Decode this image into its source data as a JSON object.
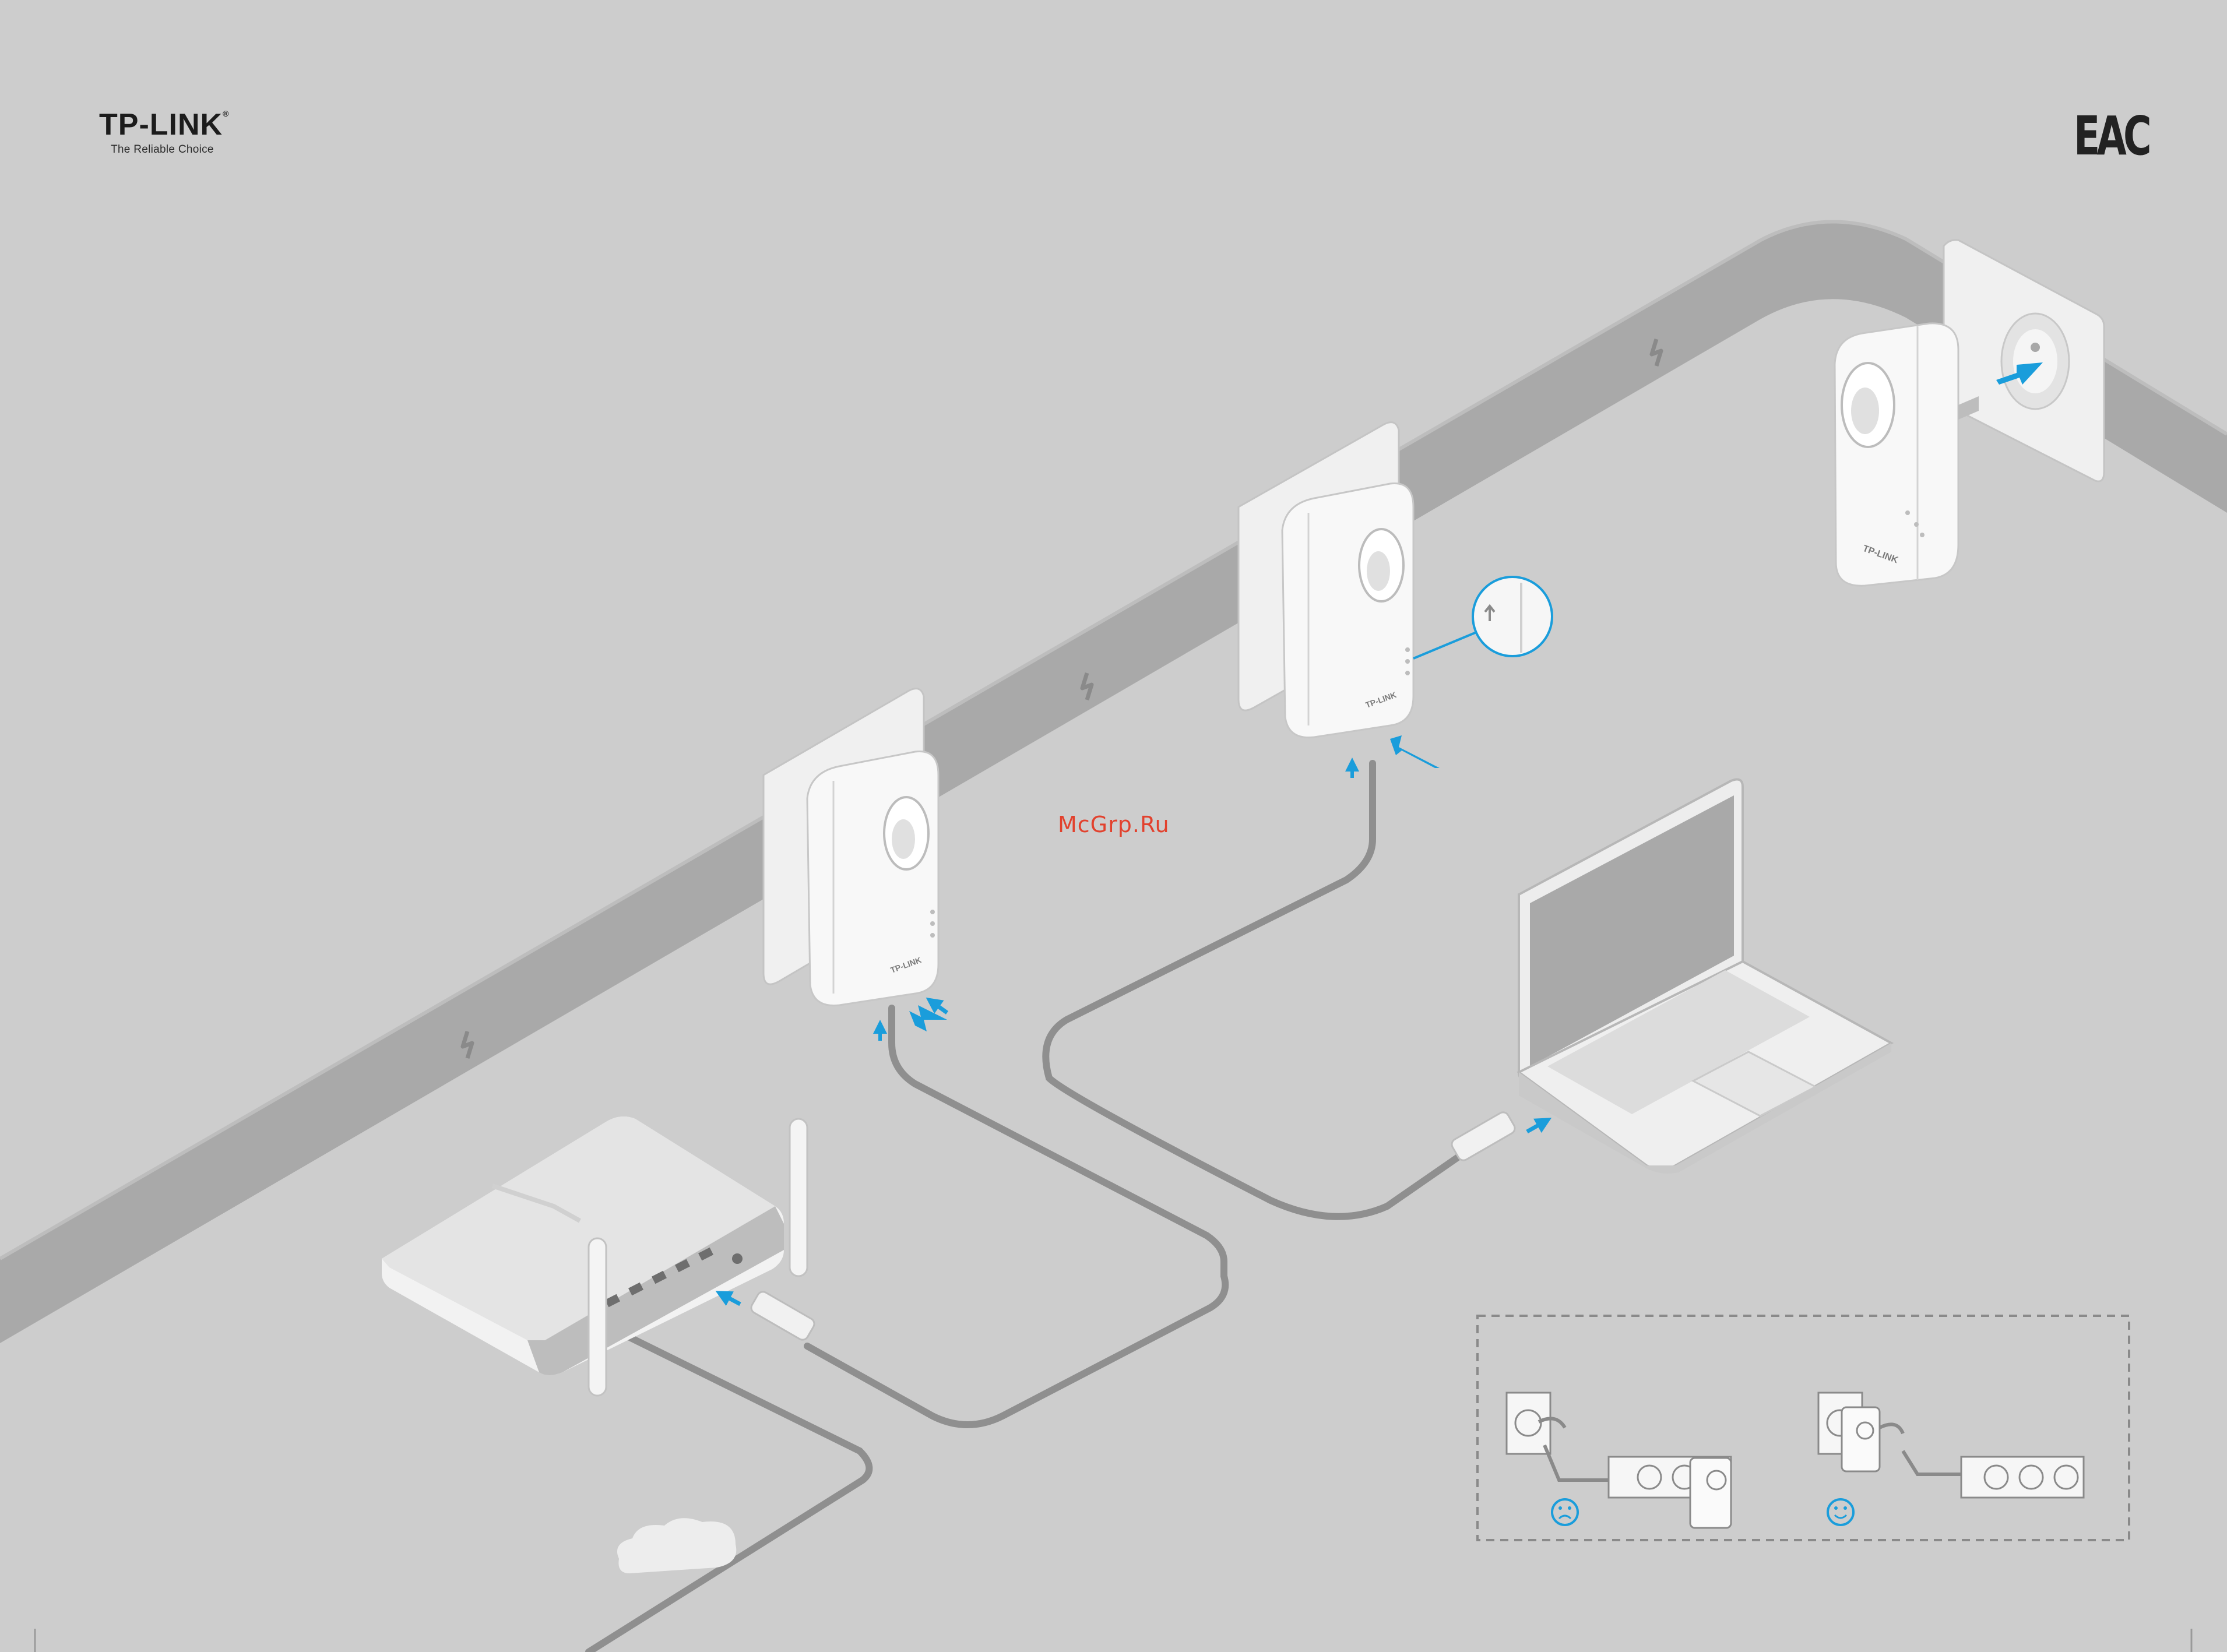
{
  "header": {
    "brand_name": "TP-LINK",
    "brand_mark": "®",
    "tagline": "The Reliable Choice",
    "certification_mark": "EAC"
  },
  "watermark": "McGrp.Ru",
  "device_labels": {
    "adapter_logo": "TP-LINK"
  },
  "icons": {
    "power_line": "lightning-bolt-icon",
    "cloud": "internet-cloud-icon",
    "sad": "sad-face-icon",
    "happy": "happy-face-icon",
    "arrow": "insert-arrow-icon"
  },
  "colors": {
    "background": "#cdcdcd",
    "power_line_band": "#a9a9a9",
    "cable": "#8f8f8f",
    "device_white": "#f6f6f6",
    "arrow_blue": "#1a9ddb"
  }
}
